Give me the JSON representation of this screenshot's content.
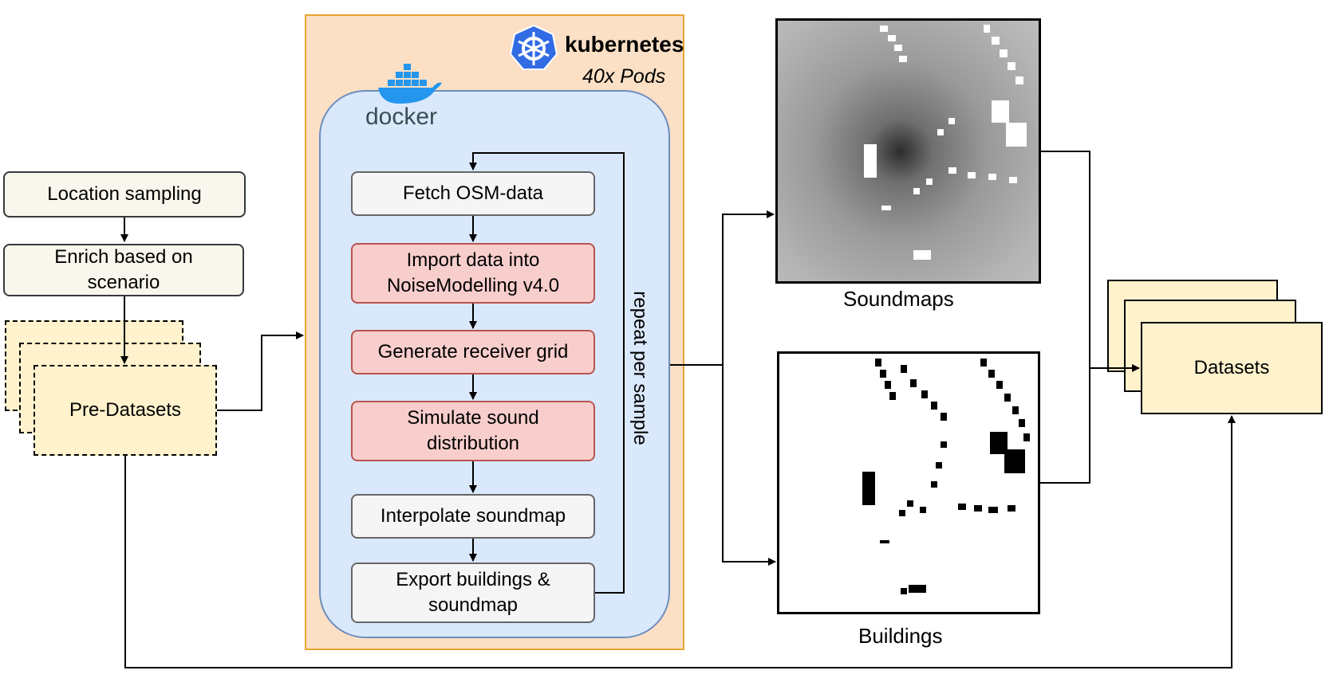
{
  "pre_pipeline": {
    "location_sampling": "Location sampling",
    "enrich_scenario": "Enrich based on scenario",
    "pre_datasets": "Pre-Datasets"
  },
  "kubernetes": {
    "logo_text": "kubernetes",
    "pods": "40x Pods"
  },
  "docker": {
    "logo_text": "docker"
  },
  "pipeline_steps": [
    "Fetch OSM-data",
    "Import data into NoiseModelling v4.0",
    "Generate receiver grid",
    "Simulate sound distribution",
    "Interpolate soundmap",
    "Export buildings & soundmap"
  ],
  "loop_label": "repeat per sample",
  "outputs": {
    "soundmaps": "Soundmaps",
    "buildings": "Buildings"
  },
  "datasets": "Datasets",
  "colors": {
    "kubernetes_fill": "#fbe0c6",
    "kubernetes_border": "#e8a531",
    "docker_fill": "#dae8fc",
    "docker_border": "#6c8ebf",
    "step_highlight": "#f8cecc",
    "dataset_fill": "#fff2cc",
    "k8s_blue": "#326ce5",
    "docker_blue": "#2496ed"
  }
}
